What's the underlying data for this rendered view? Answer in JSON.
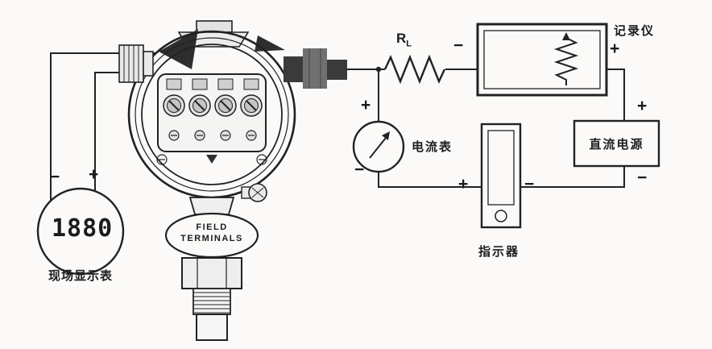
{
  "labels": {
    "load_resistor": "R",
    "load_resistor_sub": "L",
    "recorder": "记录仪",
    "ammeter": "电流表",
    "indicator": "指示器",
    "dc_power": "直流电源",
    "local_display": "现场显示表",
    "display_reading": "1880",
    "field_terminals_line1": "FIELD",
    "field_terminals_line2": "TERMINALS"
  },
  "polarity": {
    "display_left": "−",
    "display_right": "+",
    "recorder_left": "−",
    "recorder_right": "+",
    "ammeter_top": "+",
    "ammeter_bottom": "−",
    "indicator_left": "+",
    "indicator_right": "−",
    "dc_top": "+",
    "dc_bottom": "−"
  },
  "colors": {
    "line": "#222222",
    "background": "#fbfaf8",
    "metal_fill": "#e9e9e9",
    "dark_fill": "#2e2e2e"
  }
}
